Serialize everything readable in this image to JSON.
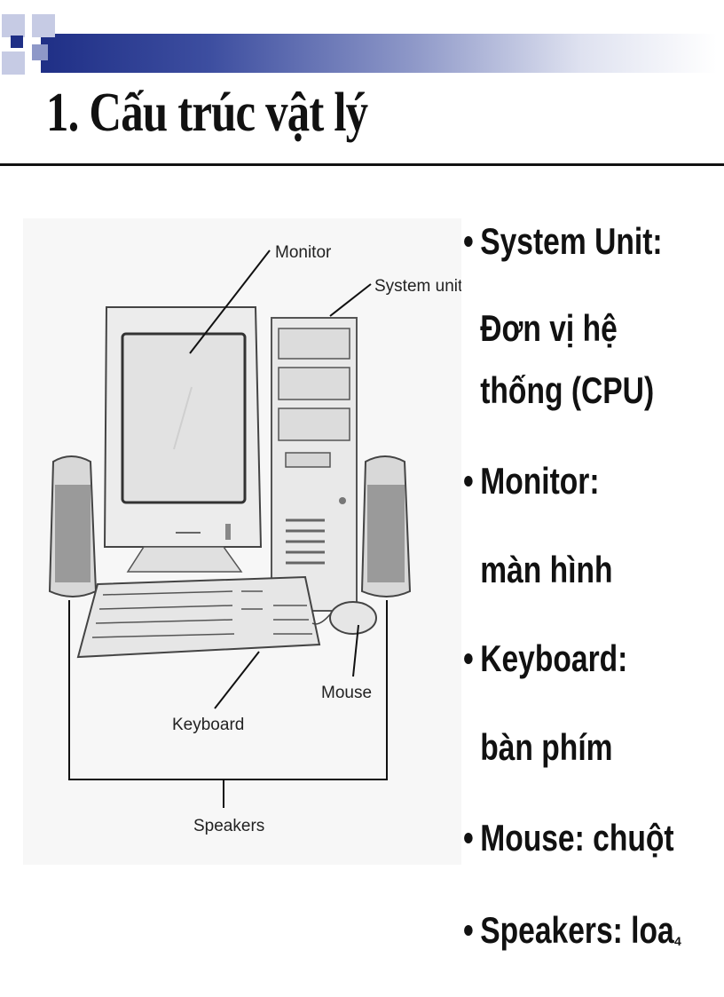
{
  "slide": {
    "title": "1. Cấu trúc vật lý",
    "page_number": "4"
  },
  "diagram": {
    "labels": {
      "monitor": "Monitor",
      "system_unit": "System unit",
      "mouse": "Mouse",
      "keyboard": "Keyboard",
      "speakers": "Speakers"
    }
  },
  "bullets": [
    {
      "text": "System Unit:"
    },
    {
      "text": "Đơn vị hệ"
    },
    {
      "text": "thống (CPU)"
    },
    {
      "text": "Monitor:"
    },
    {
      "text": "màn hình"
    },
    {
      "text": "Keyboard:"
    },
    {
      "text": "bàn phím"
    },
    {
      "text": "Mouse: chuột"
    },
    {
      "text": "Speakers: loa"
    }
  ],
  "colors": {
    "accent_dark": "#1f2f86",
    "accent_mid": "#6a78b8",
    "accent_light": "#dfe2f0"
  }
}
